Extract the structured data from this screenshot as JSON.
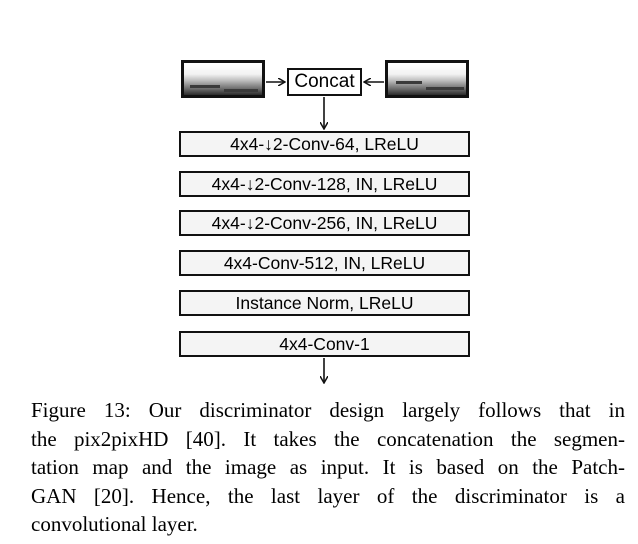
{
  "diagram": {
    "inputs": {
      "segmentation_map_icon": "segmentation-map-thumbnail",
      "image_icon": "image-thumbnail"
    },
    "concat_label": "Concat",
    "layers": [
      "4x4-↓2-Conv-64, LReLU",
      "4x4-↓2-Conv-128, IN, LReLU",
      "4x4-↓2-Conv-256, IN, LReLU",
      "4x4-Conv-512, IN, LReLU",
      "Instance Norm, LReLU",
      "4x4-Conv-1"
    ]
  },
  "caption": {
    "lines": [
      "Figure 13: Our discriminator design largely follows that in",
      "the pix2pixHD [40]. It takes the concatenation the segmen-",
      "tation map and the image as input. It is based on the Patch-",
      "GAN [20]. Hence, the last layer of the discriminator is a",
      "convolutional layer."
    ]
  }
}
